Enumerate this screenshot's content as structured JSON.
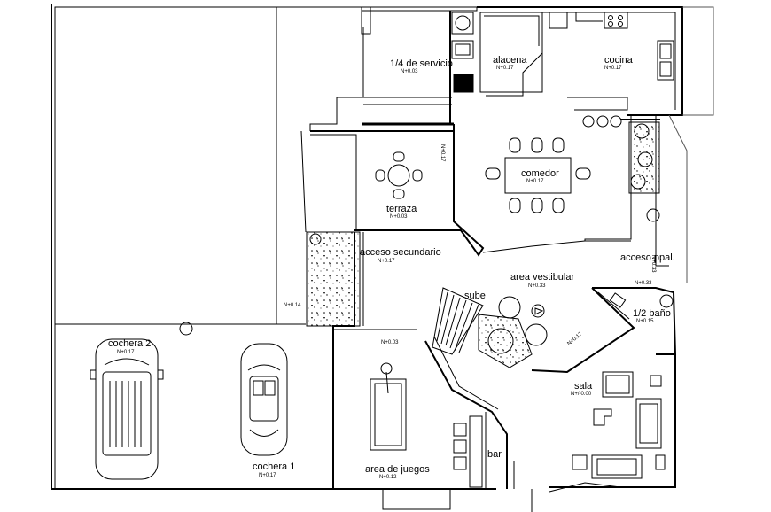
{
  "rooms": {
    "servicio": {
      "name": "1/4 de servicio",
      "level": "N+0.03"
    },
    "alacena": {
      "name": "alacena",
      "level": "N+0.17"
    },
    "cocina": {
      "name": "cocina",
      "level": "N+0.17"
    },
    "comedor": {
      "name": "comedor",
      "level": "N+0.17"
    },
    "terraza": {
      "name": "terraza",
      "level": "N+0.03"
    },
    "acceso_secundario": {
      "name": "acceso secundario",
      "level": "N+0.17"
    },
    "area_vestibular": {
      "name": "area vestibular",
      "level": "N+0.33"
    },
    "acceso_ppal": {
      "name": "acceso ppal.",
      "level": "N+0.33"
    },
    "medio_bano": {
      "name": "1/2 baño",
      "level": "N+0.15"
    },
    "sala": {
      "name": "sala",
      "level": "N+/-0.00"
    },
    "cochera2": {
      "name": "cochera 2",
      "level": "N+0.17"
    },
    "cochera1": {
      "name": "cochera 1",
      "level": "N+0.17"
    },
    "area_juegos": {
      "name": "area de juegos",
      "level": "N+0.12"
    },
    "bar": {
      "name": "bar"
    }
  },
  "annotations": {
    "sube": "sube",
    "level_left": "N+0.14",
    "level_juegos_top": "N+0.03",
    "level_terraza_vert": "N+0.17",
    "level_acceso_vert": "N+0.33",
    "level_sala_diag": "N+0.17"
  },
  "colors": {
    "line": "#000000",
    "background": "#ffffff",
    "gray": "#888888"
  }
}
